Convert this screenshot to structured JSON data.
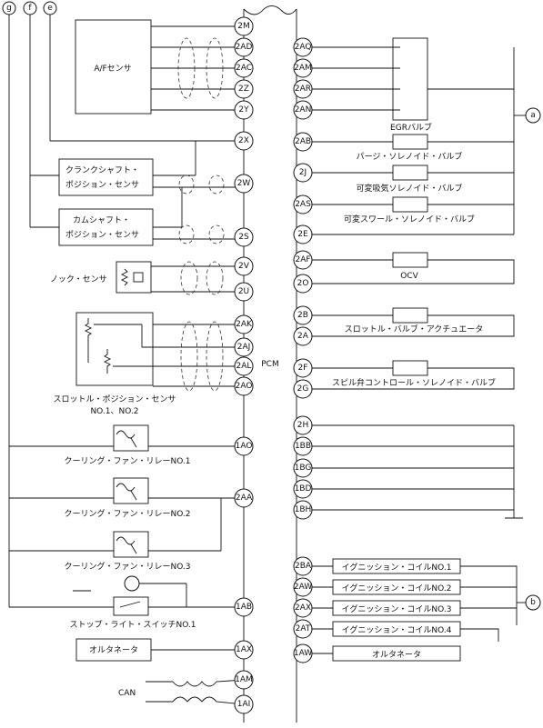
{
  "ecu_label": "PCM",
  "connectors": {
    "g": "g",
    "f": "f",
    "e": "e",
    "a": "a",
    "b": "b"
  },
  "left_pins": [
    "2M",
    "2AD",
    "2AC",
    "2Z",
    "2Y",
    "2X",
    "2W",
    "2S",
    "2V",
    "2U",
    "2AK",
    "2AJ",
    "2AL",
    "2AO",
    "1AO",
    "2AA",
    "1AB",
    "1AX",
    "1AM",
    "1AI"
  ],
  "right_pins": [
    "2AQ",
    "2AM",
    "2AR",
    "2AN",
    "2AB",
    "2J",
    "2AS",
    "2E",
    "2AF",
    "2O",
    "2B",
    "2A",
    "2F",
    "2G",
    "2H",
    "1BB",
    "1BG",
    "1BD",
    "1BH",
    "2BA",
    "2AW",
    "2AX",
    "2AT",
    "1AW"
  ],
  "left_components": {
    "af_sensor": "A/Fセンサ",
    "crank_sensor": [
      "クランクシャフト・",
      "ポジション・センサ"
    ],
    "cam_sensor": [
      "カムシャフト・",
      "ポジション・センサ"
    ],
    "knock_sensor": "ノック・センサ",
    "tps": [
      "スロットル・ポジション・センサ",
      "NO.1、NO.2"
    ],
    "fan_relay_1": "クーリング・ファン・リレーNO.1",
    "fan_relay_2": "クーリング・ファン・リレーNO.2",
    "fan_relay_3": "クーリング・ファン・リレーNO.3",
    "stop_light_switch": "ストップ・ライト・スイッチNO.1",
    "alternator": "オルタネータ",
    "can": "CAN"
  },
  "right_components": {
    "egr_valve": "EGRバルブ",
    "purge_valve": "パージ・ソレノイド・バルブ",
    "vis_valve": "可変吸気ソレノイド・バルブ",
    "swirl_valve": "可変スワール・ソレノイド・バルブ",
    "ocv": "OCV",
    "throttle_actuator": "スロットル・バルブ・アクチュエータ",
    "spill_valve": "スピル弁コントロール・ソレノイド・バルブ",
    "ignition_coils": [
      "イグニッション・コイルNO.1",
      "イグニッション・コイルNO.2",
      "イグニッション・コイルNO.3",
      "イグニッション・コイルNO.4"
    ],
    "alternator": "オルタネータ"
  }
}
